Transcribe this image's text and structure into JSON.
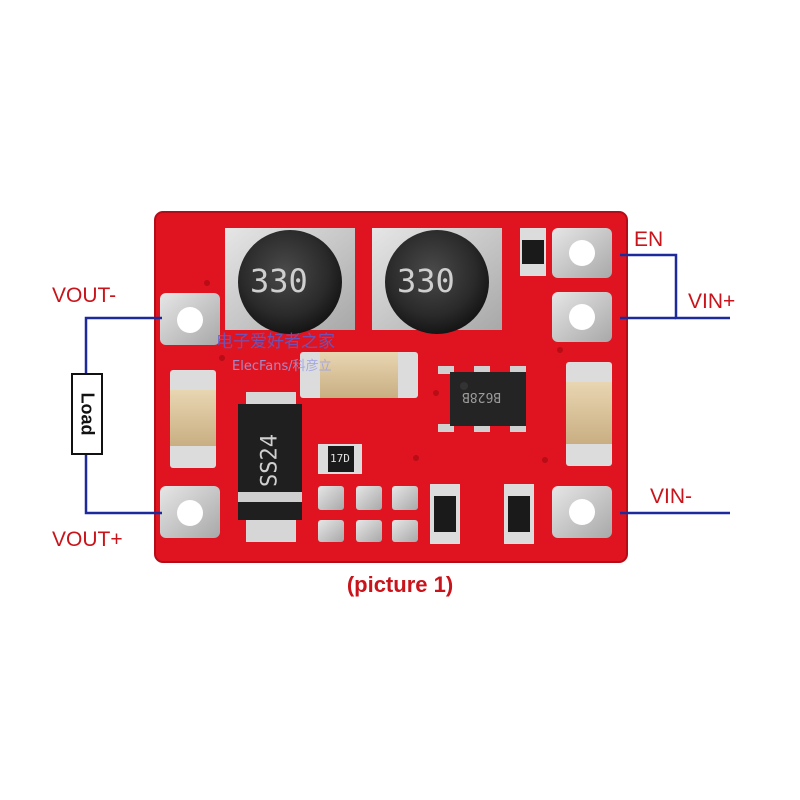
{
  "labels": {
    "vout_minus": "VOUT-",
    "vout_plus": "VOUT+",
    "en": "EN",
    "vin_plus": "VIN+",
    "vin_minus": "VIN-",
    "load": "Load",
    "caption": "(picture 1)"
  },
  "components": {
    "inductor_left": "330",
    "inductor_right": "330",
    "diode": "SS24",
    "resistor_17d": "17D",
    "ic": "B628B"
  },
  "watermark": {
    "line1": "电子爱好者之家",
    "line2": "ElecFans/科彦立"
  },
  "colors": {
    "board_red": "#e01420",
    "label_red": "#c8141a",
    "wire_blue": "#1c2a9c"
  }
}
